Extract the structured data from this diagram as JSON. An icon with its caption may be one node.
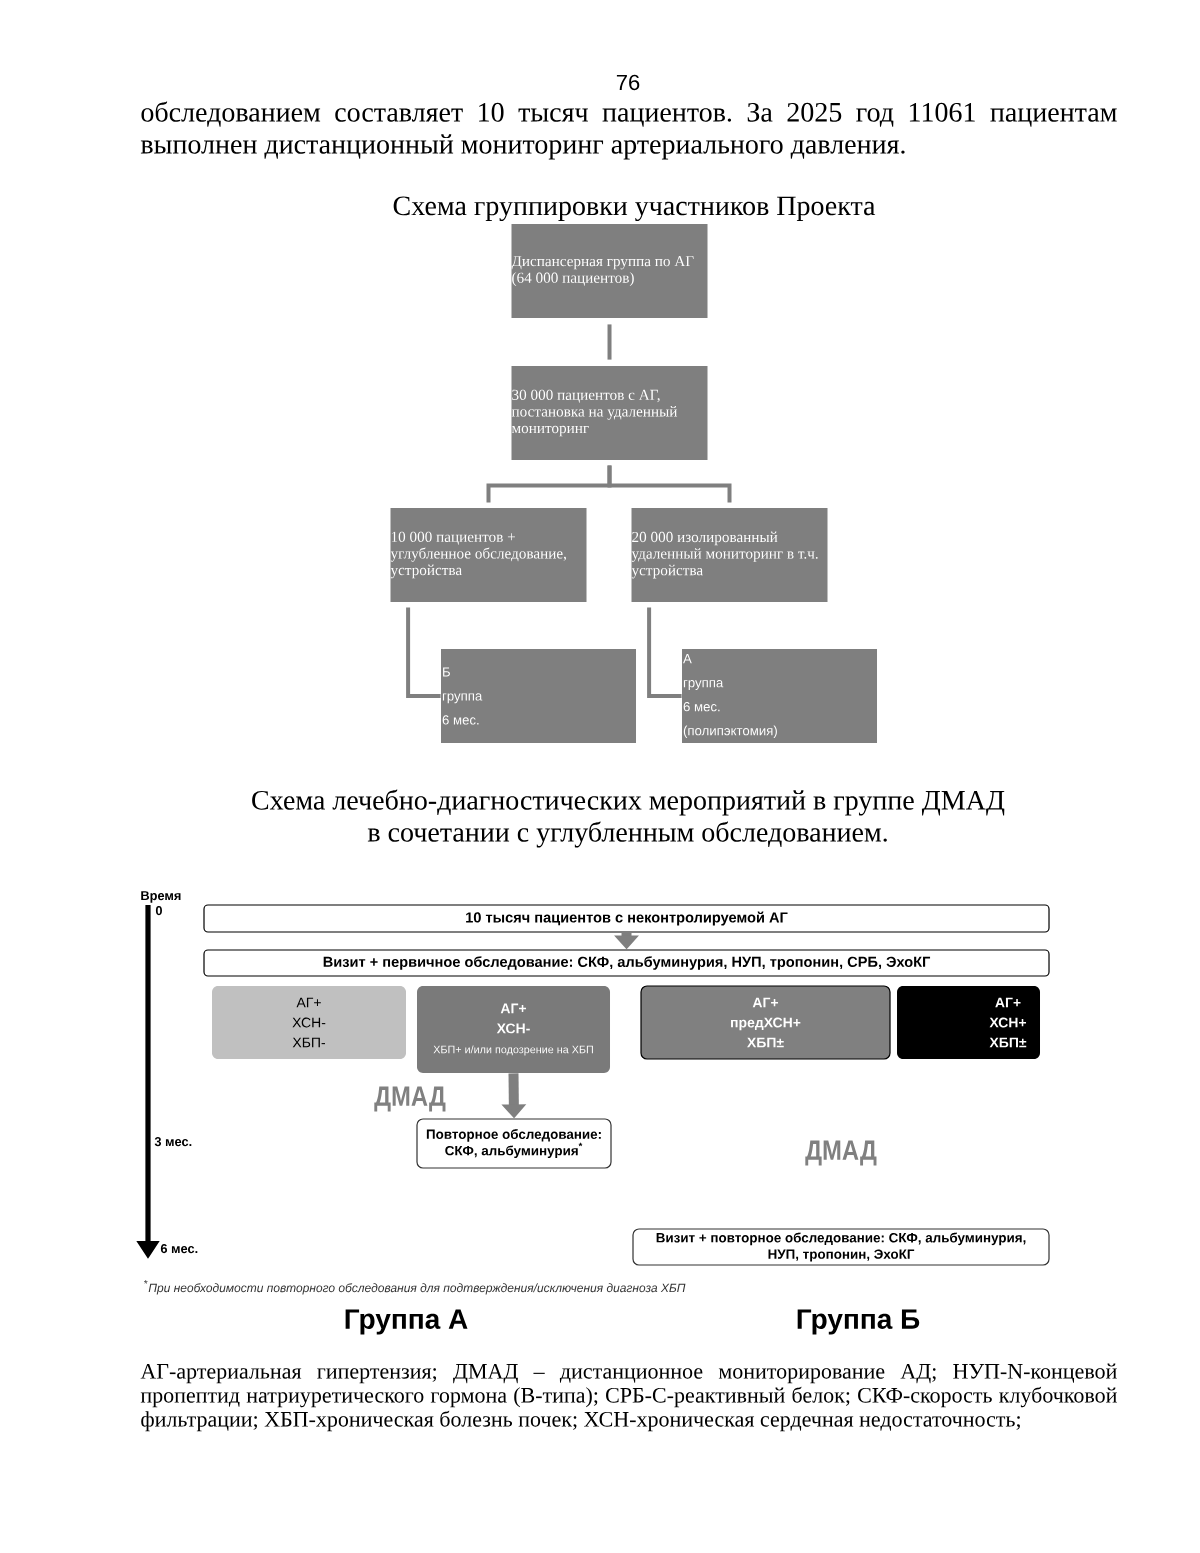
{
  "diagram": {
    "title": "Схема группировки участников Проекта",
    "nodes": [
      {
        "text": [
          "Диспансерная группа по АГ (64 000 пациентов)"
        ]
      },
      {
        "text": [
          "30 000 пациентов с АГ, постановка на удаленный мониторинг"
        ]
      },
      {
        "text": [
          "10 000 пациентов + углубленное обследование, устройства"
        ]
      },
      {
        "text": [
          "20 000 изолированный удаленный мониторинг в т.ч. устройства"
        ]
      },
      {
        "text": [
          "Б",
          "группа",
          "6 мес."
        ]
      },
      {
        "text": [
          "А",
          "группа",
          "6 мес.",
          "(полипэктомия)"
        ]
      },
      {
        "text": [
          "10 тысяч пациентов с неконтролируемой АГ"
        ]
      },
      {
        "text": [
          "Визит + первичное обследование: СКФ, альбуминурия, НУП, тропонин, СРБ, ЭхоКГ"
        ]
      },
      {
        "text": [
          "АГ+",
          "ХСН-",
          "ХБП-"
        ]
      },
      {
        "text": [
          "АГ+",
          "ХСН-",
          "ХБП+ и/или подозрение на ХБП"
        ]
      },
      {
        "text": [
          "АГ+",
          "предХСН+",
          "ХБП±"
        ]
      },
      {
        "text": [
          "АГ+",
          "ХСН+",
          "ХБП±"
        ]
      },
      {
        "text": [
          "Повторное обследование: СКФ, альбуминурия$^{*}$"
        ]
      },
      {
        "text": [
          "Визит + повторное обследование: СКФ, альбуминурия, НУП, тропонин, ЭхоКГ"
        ]
      }
    ],
    "edges": [
      {
        "from": 0,
        "to": 1,
        "arrow": "none"
      },
      {
        "from": 1,
        "to": 2,
        "arrow": "none"
      },
      {
        "from": 1,
        "to": 3,
        "arrow": "none"
      },
      {
        "from": 2,
        "to": 4,
        "arrow": "none"
      },
      {
        "from": 3,
        "to": 5,
        "arrow": "none"
      },
      {
        "from": 6,
        "to": 7,
        "arrow": "to",
        "style": "thick"
      },
      {
        "from": 9,
        "to": 12,
        "arrow": "to",
        "style": "thick"
      }
    ],
    "labels": [
      "76",
      "обследованием составляет 10 тысяч пациентов. За 2025 год 11061 пациентам выполнен дистанционный мониторинг артериального давления.",
      "Схема лечебно-диагностических мероприятий в группе ДМАД в сочетании с углубленным обследованием.",
      "Время",
      "0",
      "ДМАД",
      "3 мес.",
      "ДМАД",
      "6 мес.",
      "$^{*}$При необходимости повторного обследования для подтверждения/исключения диагноза ХБП",
      "Группа А",
      "Группа Б",
      "АГ-артериальная гипертензия; ДМАД – дистанционное мониторирование АД; НУП-N-концевой пропептид натриуретического гормона (B-типа); СРБ-С-реактивный белок; СКФ-скорость клубочковой фильтрации; ХБП-хроническая болезнь почек; ХСН-хроническая сердечная недостаточность;"
    ]
  }
}
